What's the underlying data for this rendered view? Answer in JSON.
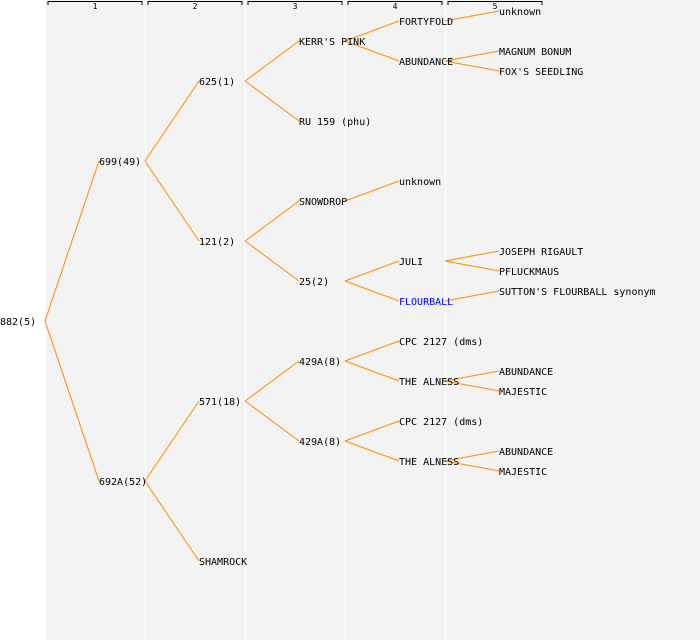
{
  "generations": [
    "1",
    "2",
    "3",
    "4",
    "5"
  ],
  "colors": {
    "edge": "#ff8c00",
    "link": "#0000ff",
    "column": "#f3f3f3"
  },
  "nodes": [
    {
      "id": "n0",
      "label": "882(5)",
      "gen": 0,
      "parent": null
    },
    {
      "id": "n1",
      "label": "699(49)",
      "gen": 1,
      "parent": "n0"
    },
    {
      "id": "n2",
      "label": "692A(52)",
      "gen": 1,
      "parent": "n0"
    },
    {
      "id": "n3",
      "label": "625(1)",
      "gen": 2,
      "parent": "n1"
    },
    {
      "id": "n4",
      "label": "121(2)",
      "gen": 2,
      "parent": "n1"
    },
    {
      "id": "n5",
      "label": "571(18)",
      "gen": 2,
      "parent": "n2"
    },
    {
      "id": "n6",
      "label": "SHAMROCK",
      "gen": 2,
      "parent": "n2"
    },
    {
      "id": "n7",
      "label": "KERR'S PINK",
      "gen": 3,
      "parent": "n3"
    },
    {
      "id": "n8",
      "label": "RU 159 (phu)",
      "gen": 3,
      "parent": "n3"
    },
    {
      "id": "n9",
      "label": "SNOWDROP",
      "gen": 3,
      "parent": "n4"
    },
    {
      "id": "n10",
      "label": "25(2)",
      "gen": 3,
      "parent": "n4"
    },
    {
      "id": "n11",
      "label": "429A(8)",
      "gen": 3,
      "parent": "n5"
    },
    {
      "id": "n12",
      "label": "429A(8)",
      "gen": 3,
      "parent": "n5"
    },
    {
      "id": "n13",
      "label": "FORTYFOLD",
      "gen": 4,
      "parent": "n7"
    },
    {
      "id": "n14",
      "label": "ABUNDANCE",
      "gen": 4,
      "parent": "n7"
    },
    {
      "id": "n15",
      "label": "unknown",
      "gen": 4,
      "parent": "n9"
    },
    {
      "id": "n16",
      "label": "JULI",
      "gen": 4,
      "parent": "n10"
    },
    {
      "id": "n17",
      "label": "FLOURBALL",
      "gen": 4,
      "parent": "n10",
      "link": true
    },
    {
      "id": "n18",
      "label": "CPC 2127 (dms)",
      "gen": 4,
      "parent": "n11"
    },
    {
      "id": "n19",
      "label": "THE ALNESS",
      "gen": 4,
      "parent": "n11"
    },
    {
      "id": "n20",
      "label": "CPC 2127 (dms)",
      "gen": 4,
      "parent": "n12"
    },
    {
      "id": "n21",
      "label": "THE ALNESS",
      "gen": 4,
      "parent": "n12"
    },
    {
      "id": "n22",
      "label": "unknown",
      "gen": 5,
      "parent": "n13"
    },
    {
      "id": "n23",
      "label": "MAGNUM BONUM",
      "gen": 5,
      "parent": "n14"
    },
    {
      "id": "n24",
      "label": "FOX'S SEEDLING",
      "gen": 5,
      "parent": "n14"
    },
    {
      "id": "n25",
      "label": "JOSEPH RIGAULT",
      "gen": 5,
      "parent": "n16"
    },
    {
      "id": "n26",
      "label": "PFLUCKMAUS",
      "gen": 5,
      "parent": "n16"
    },
    {
      "id": "n27",
      "label": "SUTTON'S FLOURBALL synonym",
      "gen": 5,
      "parent": "n17"
    },
    {
      "id": "n28",
      "label": "ABUNDANCE",
      "gen": 5,
      "parent": "n19"
    },
    {
      "id": "n29",
      "label": "MAJESTIC",
      "gen": 5,
      "parent": "n19"
    },
    {
      "id": "n30",
      "label": "ABUNDANCE",
      "gen": 5,
      "parent": "n21"
    },
    {
      "id": "n31",
      "label": "MAJESTIC",
      "gen": 5,
      "parent": "n21"
    }
  ]
}
